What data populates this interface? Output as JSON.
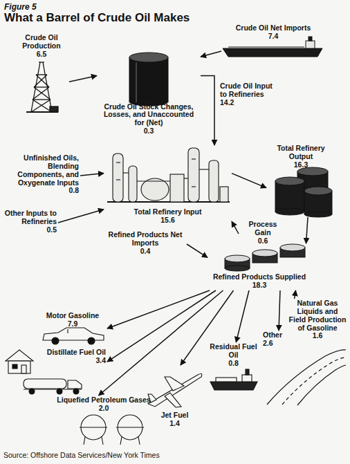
{
  "diagram": {
    "title": "What a Barrel of Crude Oil Makes",
    "caption": "Source: Offshore Data Services/New York Times",
    "nodes": [
      {
        "text": [
          "Crude Oil Production",
          "6.5"
        ]
      },
      {
        "text": [
          "Crude Oil Net Imports",
          "7.4"
        ]
      },
      {
        "text": [
          "Crude Oil Stock Changes, Losses, and Unaccounted for (Net)",
          "0.3"
        ]
      },
      {
        "text": [
          "Unfinished Oils, Blending Components, and Oxygenate Inputs",
          "0.8"
        ]
      },
      {
        "text": [
          "Other Inputs to Refineries",
          "0.5"
        ]
      },
      {
        "text": [
          "Total Refinery Input",
          "15.6"
        ]
      },
      {
        "text": [
          "Total Refinery Output",
          "16.3"
        ]
      },
      {
        "text": [
          "Process Gain",
          "0.6"
        ]
      },
      {
        "text": [
          "Refined Products Net Imports",
          "0.4"
        ]
      },
      {
        "text": [
          "Refined Products Supplied",
          "18.3"
        ]
      },
      {
        "text": [
          "Natural Gas Liquids and Field Production of Gasoline",
          "1.6"
        ]
      },
      {
        "text": [
          "Motor Gasoline",
          "7.9"
        ]
      },
      {
        "text": [
          "Distillate Fuel Oil",
          "3.4"
        ]
      },
      {
        "text": [
          "Liquefied Petroleum Gases",
          "2.0"
        ]
      },
      {
        "text": [
          "Jet Fuel",
          "1.4"
        ]
      },
      {
        "text": [
          "Residual Fuel Oil",
          "0.8"
        ]
      },
      {
        "text": [
          "Other",
          "2.6"
        ]
      }
    ],
    "edges": [
      {
        "from": 0,
        "to": 2,
        "arrow": "to"
      },
      {
        "from": 1,
        "to": 2,
        "arrow": "to"
      },
      {
        "from": 2,
        "to": 5,
        "label": "Crude Oil Input to Refineries 14.2",
        "arrow": "to"
      },
      {
        "from": 3,
        "to": 5,
        "arrow": "to"
      },
      {
        "from": 4,
        "to": 5,
        "arrow": "to"
      },
      {
        "from": 5,
        "to": 6,
        "arrow": "to"
      },
      {
        "from": 7,
        "to": 5,
        "arrow": "to"
      },
      {
        "from": 6,
        "to": 9,
        "arrow": "to"
      },
      {
        "from": 8,
        "to": 9,
        "arrow": "to"
      },
      {
        "from": 10,
        "to": 9,
        "arrow": "to"
      },
      {
        "from": 9,
        "to": 11,
        "arrow": "to"
      },
      {
        "from": 9,
        "to": 12,
        "arrow": "to"
      },
      {
        "from": 9,
        "to": 13,
        "arrow": "to"
      },
      {
        "from": 9,
        "to": 14,
        "arrow": "to"
      },
      {
        "from": 9,
        "to": 15,
        "arrow": "to"
      },
      {
        "from": 9,
        "to": 16,
        "arrow": "to"
      }
    ],
    "labels": [
      "Figure 5"
    ]
  }
}
